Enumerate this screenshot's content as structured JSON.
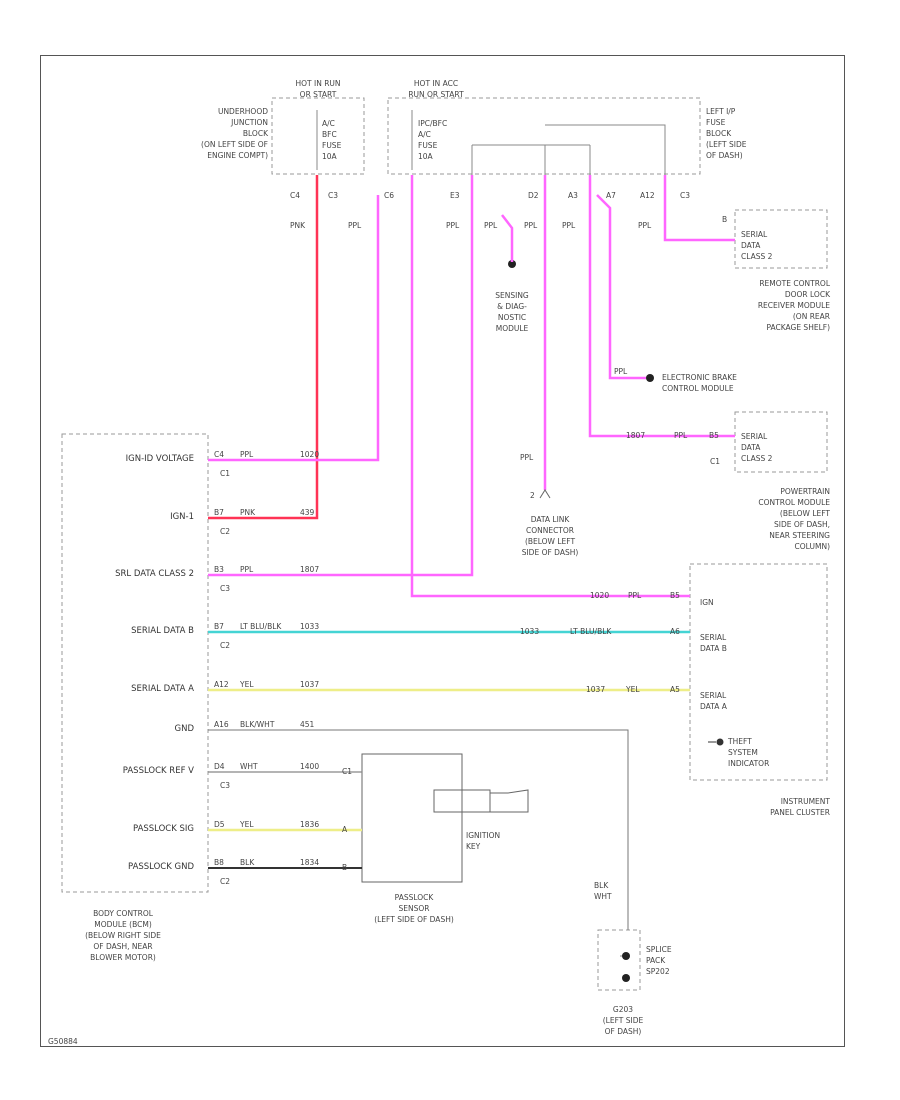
{
  "colors": {
    "pink": "#ff66ff",
    "red": "#ff3355",
    "blue": "#44d4d4",
    "yellow": "#eeee88",
    "black": "#222222",
    "gray": "#888888"
  },
  "fuse_boxes": {
    "hot_run": "HOT IN RUN\nOR START",
    "hot_acc": "HOT IN ACC\nRUN OR START",
    "underhood_fuses": "A/C\nBFC\nFUSE\n10A",
    "underhood_block": "UNDERHOOD\nJUNCTION\nBLOCK\n(ON LEFT SIDE OF\nENGINE COMPT)",
    "acc_fuses": "IPC/BFC\nA/C\nFUSE\n10A",
    "left_ip_block": "LEFT I/P\nFUSE\nBLOCK\n(LEFT SIDE\nOF DASH)"
  },
  "connectors": {
    "c4": "C4",
    "c3a": "C3",
    "c6": "C6",
    "e3": "E3",
    "d2": "D2",
    "a3": "A3",
    "a7": "A7",
    "a12": "A12",
    "c3b": "C3"
  },
  "wires": {
    "pnk": "PNK",
    "ppl": "PPL",
    "ppl_bot": "PPL",
    "brn_ppl": "PPL"
  },
  "modules": {
    "sdm": "SENSING\n& DIAG-\nNOSTIC\nMODULE",
    "rcdlr_serial": "SERIAL\nDATA\nCLASS 2",
    "rcdlr": "REMOTE CONTROL\nDOOR LOCK\nRECEIVER MODULE\n(ON REAR\nPACKAGE SHELF)",
    "ebcm": "ELECTRONIC BRAKE\nCONTROL MODULE",
    "pcm_serial": "SERIAL\nDATA\nCLASS 2",
    "pcm_conn": "C1",
    "pcm": "POWERTRAIN\nCONTROL MODULE\n(BELOW LEFT\nSIDE OF DASH,\nNEAR STEERING\nCOLUMN)",
    "dlc": "DATA LINK\nCONNECTOR\n(BELOW LEFT\nSIDE OF DASH)",
    "ipc_ign": "IGN",
    "ipc_b": "SERIAL\nDATA B",
    "ipc_a": "SERIAL\nDATA A",
    "theft": "THEFT\nSYSTEM\nINDICATOR",
    "ipc": "INSTRUMENT\nPANEL CLUSTER",
    "ignition_key": "IGNITION\nKEY",
    "passlock_sensor": "PASSLOCK\nSENSOR\n(LEFT SIDE OF DASH)",
    "bcm": "BODY CONTROL\nMODULE (BCM)\n(BELOW RIGHT SIDE\nOF DASH, NEAR\nBLOWER MOTOR)",
    "splice_wire": "BLK\nWHT",
    "splice": "SPLICE\nPACK\nSP202",
    "ground": "G203\n(LEFT SIDE\nOF DASH)",
    "footer": "G50884"
  },
  "bcm_pins": [
    {
      "name": "IGN-ID VOLTAGE",
      "conn": "C1",
      "pin": "C4",
      "wire": "PPL",
      "circuit": "1020"
    },
    {
      "name": "IGN-1",
      "conn": "C2",
      "pin": "B7",
      "wire": "PNK",
      "circuit": "439"
    },
    {
      "name": "SRL DATA CLASS 2",
      "conn": "C3",
      "pin": "B3",
      "wire": "PPL",
      "circuit": "1807"
    },
    {
      "name": "SERIAL DATA B",
      "conn": "C2",
      "pin": "B7",
      "wire": "LT BLU/BLK",
      "circuit": "1033"
    },
    {
      "name": "SERIAL DATA A",
      "conn": "",
      "pin": "A12",
      "wire": "YEL",
      "circuit": "1037"
    },
    {
      "name": "GND",
      "conn": "",
      "pin": "A16",
      "wire": "BLK/WHT",
      "circuit": "451"
    },
    {
      "name": "PASSLOCK REF V",
      "conn": "C3",
      "pin": "D4",
      "wire": "WHT",
      "circuit": "1400"
    },
    {
      "name": "PASSLOCK SIG",
      "conn": "",
      "pin": "D5",
      "wire": "YEL",
      "circuit": "1836"
    },
    {
      "name": "PASSLOCK GND",
      "conn": "C2",
      "pin": "B8",
      "wire": "BLK",
      "circuit": "1834"
    }
  ],
  "right_wire_labels": {
    "ipc_ign": {
      "circuit": "1020",
      "wire": "PPL",
      "pin": "B5"
    },
    "ipc_b": {
      "circuit": "1033",
      "wire": "LT BLU/BLK",
      "pin": "A6"
    },
    "ipc_a": {
      "circuit": "1037",
      "wire": "YEL",
      "pin": "A5"
    },
    "pcm": {
      "circuit": "1807",
      "wire": "PPL",
      "pin": "B5"
    },
    "rcdlr_pin": "B",
    "ebcm_wire": "PPL",
    "dlc_wire": "PPL",
    "dlc_pin": "2",
    "passlock_c1": "C1",
    "passlock_a": "A",
    "passlock_b": "B"
  }
}
